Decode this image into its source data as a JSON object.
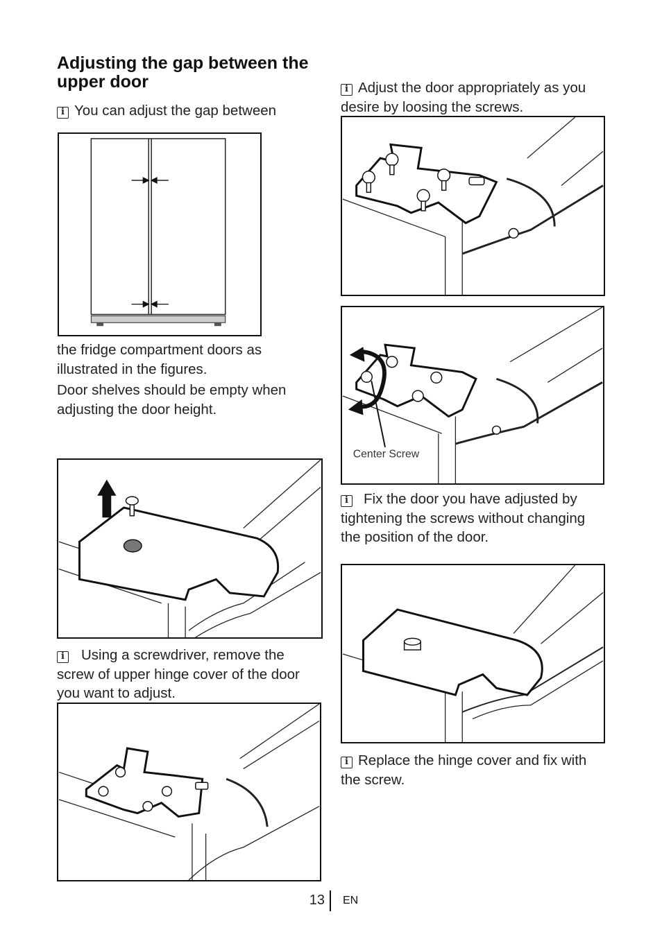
{
  "section": {
    "title": "Adjusting the gap between the upper door"
  },
  "left_column": {
    "intro_text": "You can adjust the gap between",
    "continued_text": "the fridge compartment doors as illustrated in the figures.",
    "note_text": "Door shelves should be empty when adjusting the door height.",
    "step1_text": "Using a screwdriver, remove the screw of upper hinge cover of the door you want to adjust."
  },
  "right_column": {
    "step2_text": "Adjust the door appropriately as you desire by loosing the screws.",
    "center_screw_label": "Center Screw",
    "step3_text": "Fix the door you have adjusted by tightening the screws without changing the position of the door.",
    "step4_text": "Replace the hinge cover and fix with the screw."
  },
  "icons": {
    "info": "i"
  },
  "footer": {
    "page_number": "13",
    "language": "EN"
  }
}
